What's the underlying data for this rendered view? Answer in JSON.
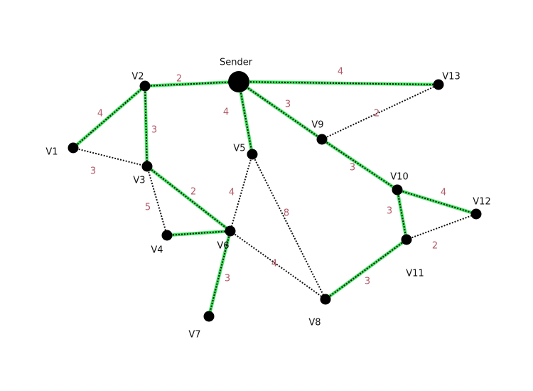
{
  "colors": {
    "tree_edge": "#3ee35a",
    "base_edge": "#111111",
    "weight": "#b05a68",
    "node": "#000000",
    "label": "#111111",
    "background": "#ffffff"
  },
  "nodes": [
    {
      "id": "Sender",
      "label": "Sender",
      "sender": true
    },
    {
      "id": "V1",
      "label": "V1"
    },
    {
      "id": "V2",
      "label": "V2"
    },
    {
      "id": "V3",
      "label": "V3"
    },
    {
      "id": "V4",
      "label": "V4"
    },
    {
      "id": "V5",
      "label": "V5"
    },
    {
      "id": "V6",
      "label": "V6"
    },
    {
      "id": "V7",
      "label": "V7"
    },
    {
      "id": "V8",
      "label": "V8"
    },
    {
      "id": "V9",
      "label": "V9"
    },
    {
      "id": "V10",
      "label": "V10"
    },
    {
      "id": "V11",
      "label": "V11"
    },
    {
      "id": "V12",
      "label": "V12"
    },
    {
      "id": "V13",
      "label": "V13"
    }
  ],
  "edges": [
    {
      "from": "V1",
      "to": "V2",
      "weight": "4",
      "tree": true
    },
    {
      "from": "V2",
      "to": "Sender",
      "weight": "2",
      "tree": true
    },
    {
      "from": "Sender",
      "to": "V13",
      "weight": "4",
      "tree": true
    },
    {
      "from": "V2",
      "to": "V3",
      "weight": "3",
      "tree": true
    },
    {
      "from": "V1",
      "to": "V3",
      "weight": "3",
      "tree": false
    },
    {
      "from": "V3",
      "to": "V4",
      "weight": "5",
      "tree": false
    },
    {
      "from": "V3",
      "to": "V6",
      "weight": "2",
      "tree": true
    },
    {
      "from": "V4",
      "to": "V6",
      "weight": "",
      "tree": true
    },
    {
      "from": "Sender",
      "to": "V5",
      "weight": "4",
      "tree": true
    },
    {
      "from": "V5",
      "to": "V6",
      "weight": "4",
      "tree": false
    },
    {
      "from": "V5",
      "to": "V8",
      "weight": "8",
      "tree": false
    },
    {
      "from": "V6",
      "to": "V7",
      "weight": "3",
      "tree": true
    },
    {
      "from": "V6",
      "to": "V8",
      "weight": "4",
      "tree": false
    },
    {
      "from": "Sender",
      "to": "V9",
      "weight": "3",
      "tree": true
    },
    {
      "from": "V9",
      "to": "V13",
      "weight": "2",
      "tree": false
    },
    {
      "from": "V9",
      "to": "V10",
      "weight": "3",
      "tree": true
    },
    {
      "from": "V10",
      "to": "V12",
      "weight": "4",
      "tree": true
    },
    {
      "from": "V10",
      "to": "V11",
      "weight": "3",
      "tree": true
    },
    {
      "from": "V11",
      "to": "V12",
      "weight": "2",
      "tree": false
    },
    {
      "from": "V8",
      "to": "V11",
      "weight": "3",
      "tree": true
    }
  ]
}
